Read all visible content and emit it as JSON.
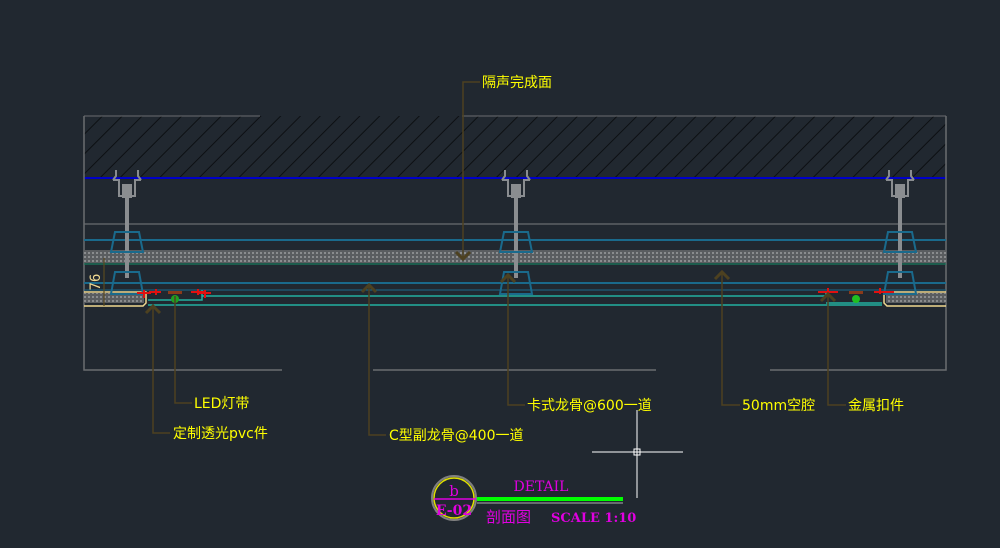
{
  "drawing": {
    "labels": {
      "finish_surface": "隔声完成面",
      "led_strip": "LED灯带",
      "pvc_part": "定制透光pvc件",
      "c_channel": "C型副龙骨@400一道",
      "card_keel": "卡式龙骨@600一道",
      "cavity": "50mm空腔",
      "metal_clip": "金属扣件"
    },
    "dimension": "76",
    "title_block": {
      "detail": "DETAIL",
      "section_name": "剖面图",
      "scale": "SCALE 1:10",
      "bubble_top": "b",
      "bubble_bottom": "E-02"
    }
  },
  "colors": {
    "background": "#212830",
    "slab_line": "#0000c8",
    "teal": "#1a8ca0",
    "leader": "#4d4120",
    "text": "#ffff00",
    "title": "#e000e0",
    "green_bar": "#00ff00"
  }
}
